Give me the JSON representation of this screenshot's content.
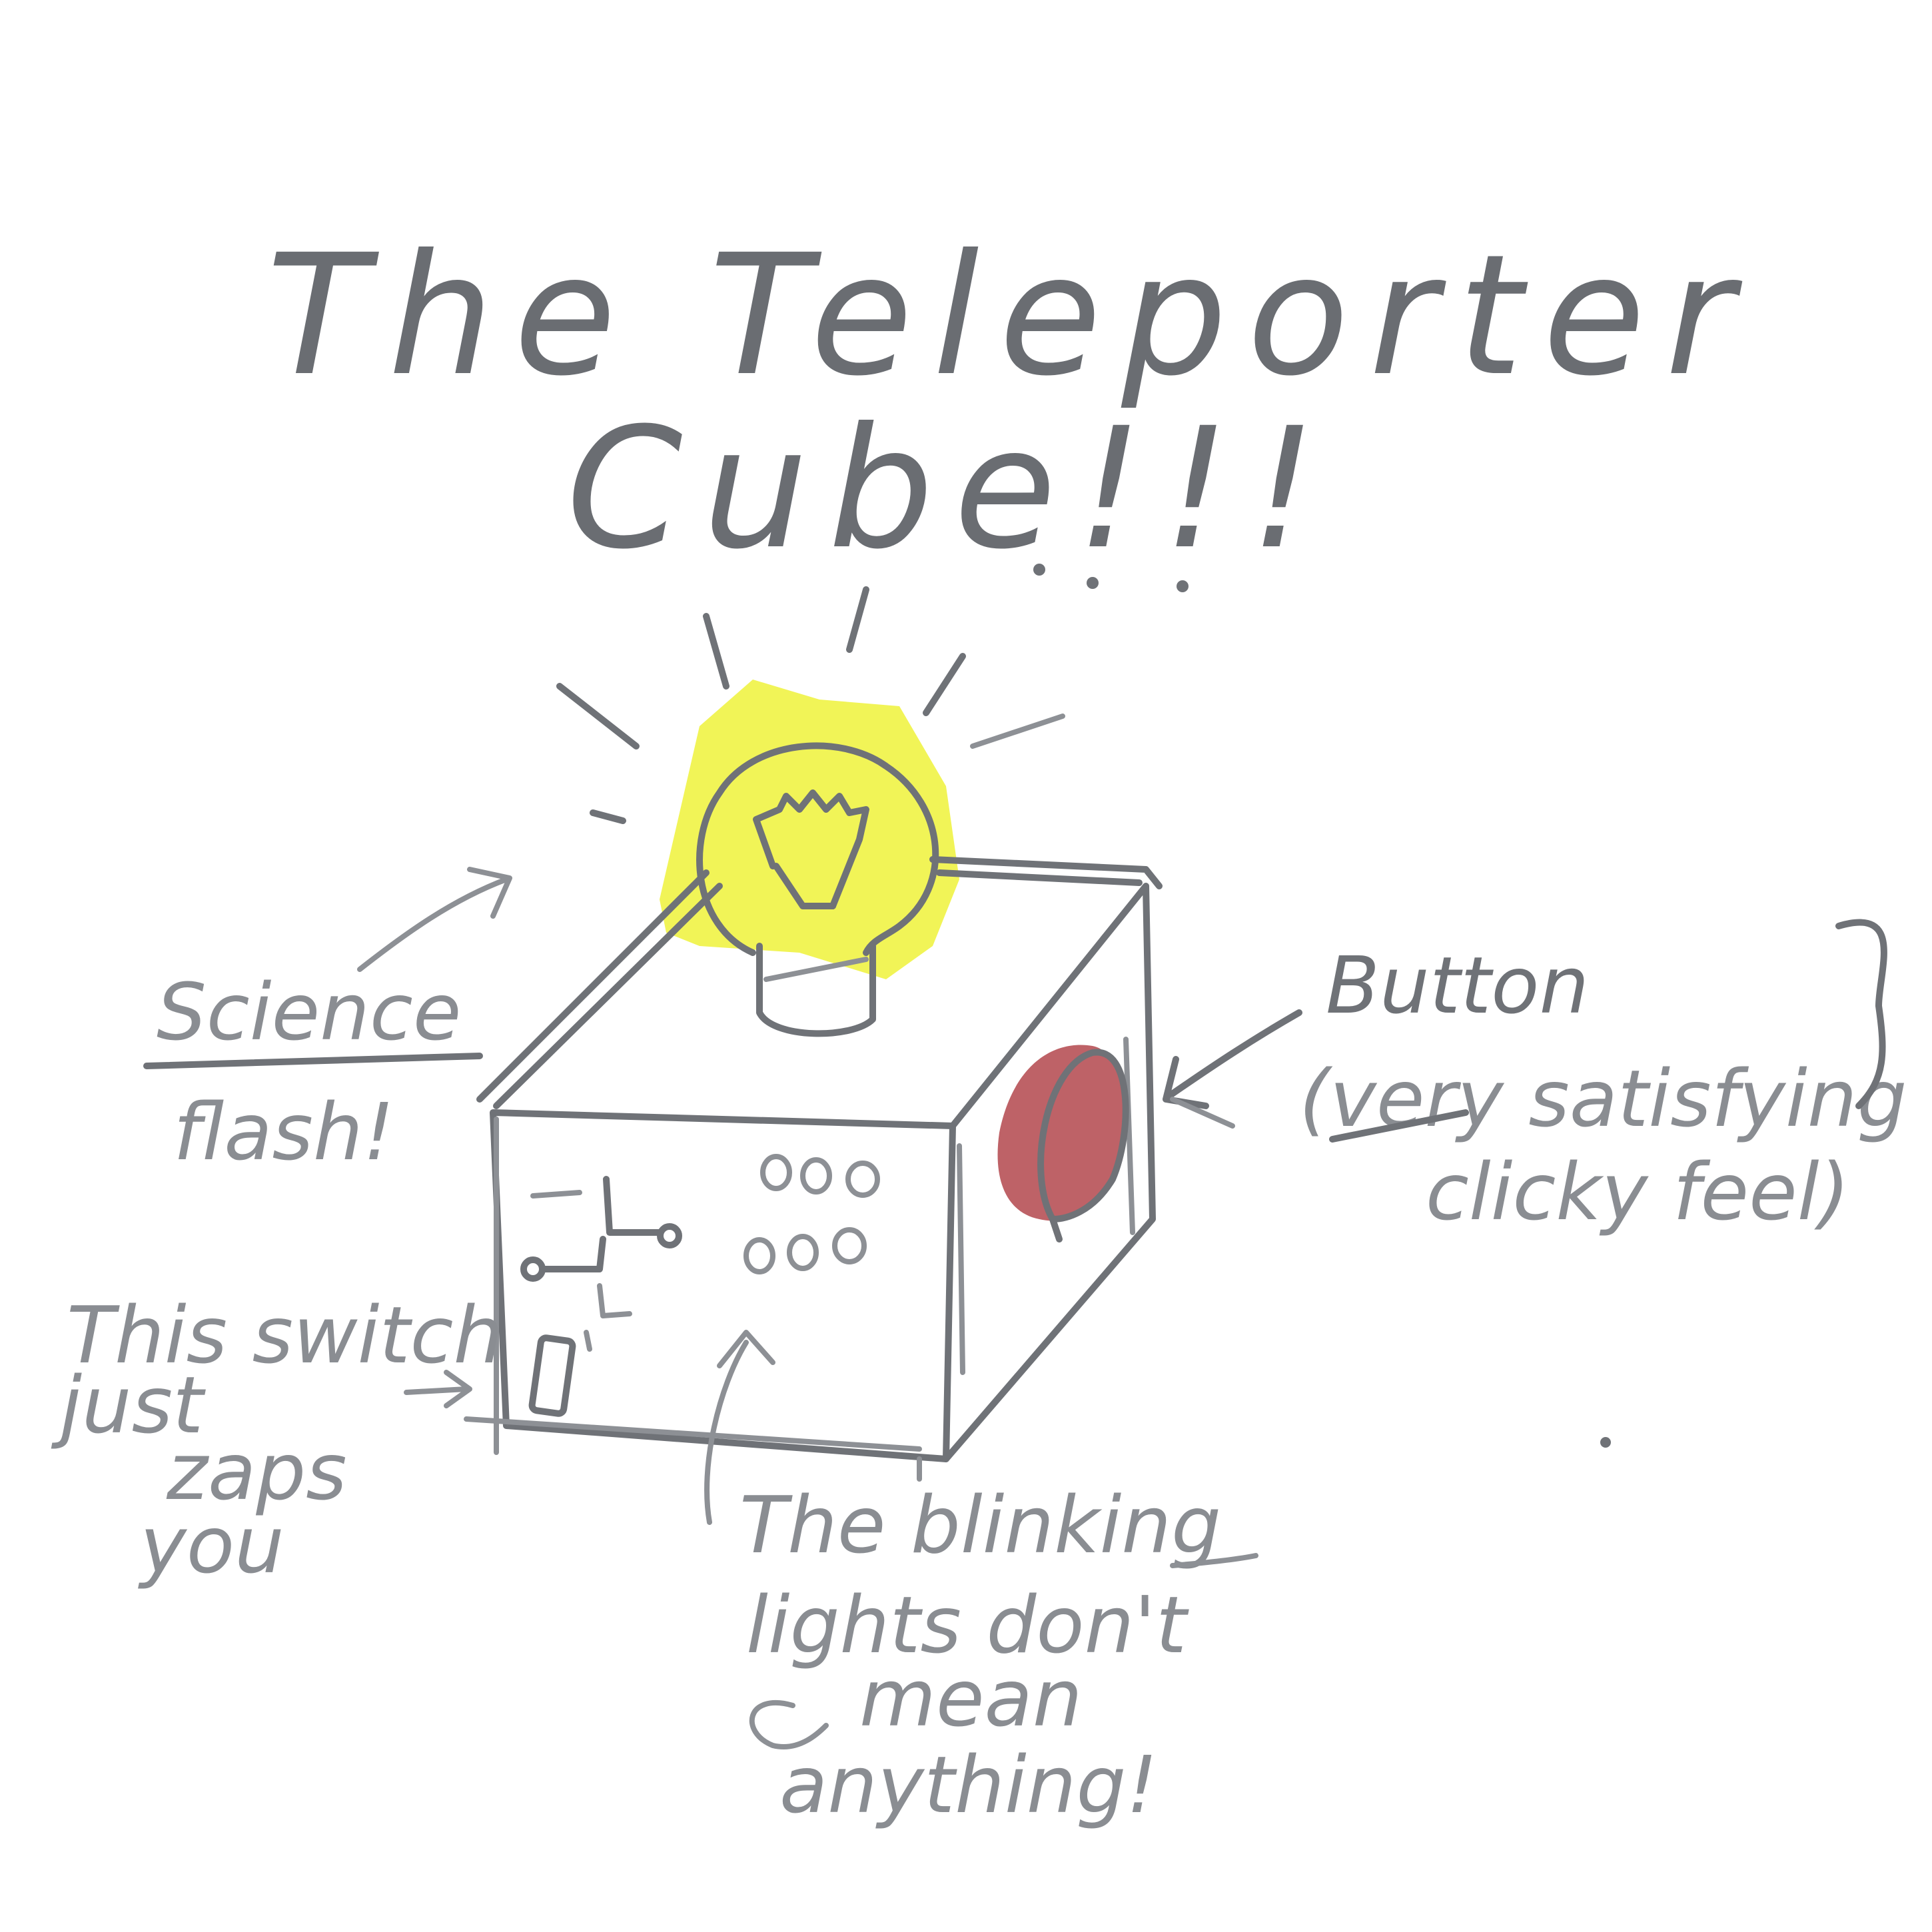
{
  "title": {
    "line1": "The Teleporter",
    "line2": "Cube!!!"
  },
  "labels": {
    "science_flash": {
      "line1": "Science",
      "line2": "flash!"
    },
    "button": {
      "line1": "Button",
      "line2": "(very satisfying",
      "line3": "clicky feel)"
    },
    "switch": {
      "line1": "This switch",
      "line2": "just",
      "line3": "zaps",
      "line4": "you"
    },
    "lights": {
      "line1": "The blinking",
      "line2": "lights don't",
      "line3": "mean",
      "line4": "anything!"
    }
  },
  "colors": {
    "pencil": "#6f7277",
    "bulb_glow": "#eef23a",
    "button_red": "#b3474c",
    "background": "#ffffff"
  },
  "icons": {
    "bulb": "lightbulb-icon",
    "button": "red-button-icon",
    "switch": "toggle-switch-icon"
  }
}
